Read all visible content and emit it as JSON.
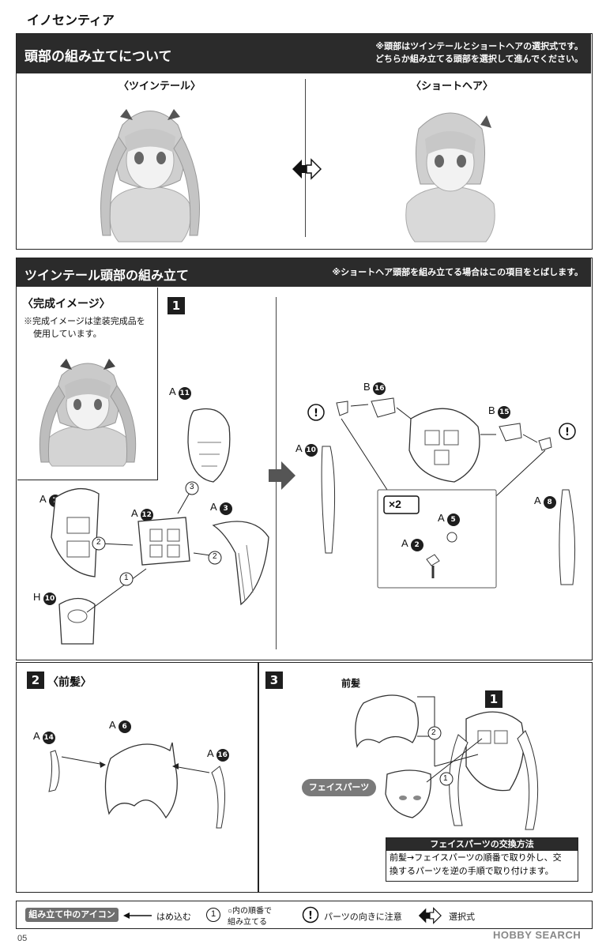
{
  "page_title": "イノセンティア",
  "section1": {
    "title": "頭部の組み立てについて",
    "note_line1": "※頭部はツインテールとショートヘアの選択式です。",
    "note_line2": "どちらか組み立てる頭部を選択して進んでください。",
    "option_left": "〈ツインテール〉",
    "option_right": "〈ショートヘア〉"
  },
  "section2": {
    "title": "ツインテール頭部の組み立て",
    "note": "※ショートヘア頭部を組み立てる場合はこの項目をとばします。",
    "complete_title": "〈完成イメージ〉",
    "complete_note_line1": "※完成イメージは塗装完成品を",
    "complete_note_line2": "使用しています。",
    "step1_number": "1",
    "parts_left": {
      "a11_letter": "A",
      "a11_num": "11",
      "a7_letter": "A",
      "a7_num": "7",
      "a12_letter": "A",
      "a12_num": "12",
      "a3_letter": "A",
      "a3_num": "3",
      "h10_letter": "H",
      "h10_num": "10",
      "seq1": "1",
      "seq2a": "2",
      "seq2b": "2",
      "seq3": "3"
    },
    "parts_right": {
      "b16_letter": "B",
      "b16_num": "16",
      "b15_letter": "B",
      "b15_num": "15",
      "a10_letter": "A",
      "a10_num": "10",
      "a8_letter": "A",
      "a8_num": "8",
      "x2": "×2",
      "a5_letter": "A",
      "a5_num": "5",
      "a2_letter": "A",
      "a2_num": "2"
    }
  },
  "step2": {
    "number": "2",
    "title": "〈前髪〉",
    "a14_letter": "A",
    "a14_num": "14",
    "a6_letter": "A",
    "a6_num": "6",
    "a16_letter": "A",
    "a16_num": "16"
  },
  "step3": {
    "number": "3",
    "bangs_label": "前髪",
    "face_label": "フェイスパーツ",
    "ref_step": "1",
    "seq1": "1",
    "seq2": "2",
    "howto_title": "フェイスパーツの交換方法",
    "howto_line1": "前髪→フェイスパーツの順番で取り外し、交",
    "howto_line2": "換するパーツを逆の手順で取り付けます。"
  },
  "legend": {
    "title": "組み立て中のアイコン",
    "insert": "はめ込む",
    "order_line1": "○内の順番で",
    "order_line2": "組み立てる",
    "order_sample": "1",
    "direction": "パーツの向きに注意",
    "choice": "選択式"
  },
  "page_number": "05",
  "watermark": "HOBBY SEARCH"
}
